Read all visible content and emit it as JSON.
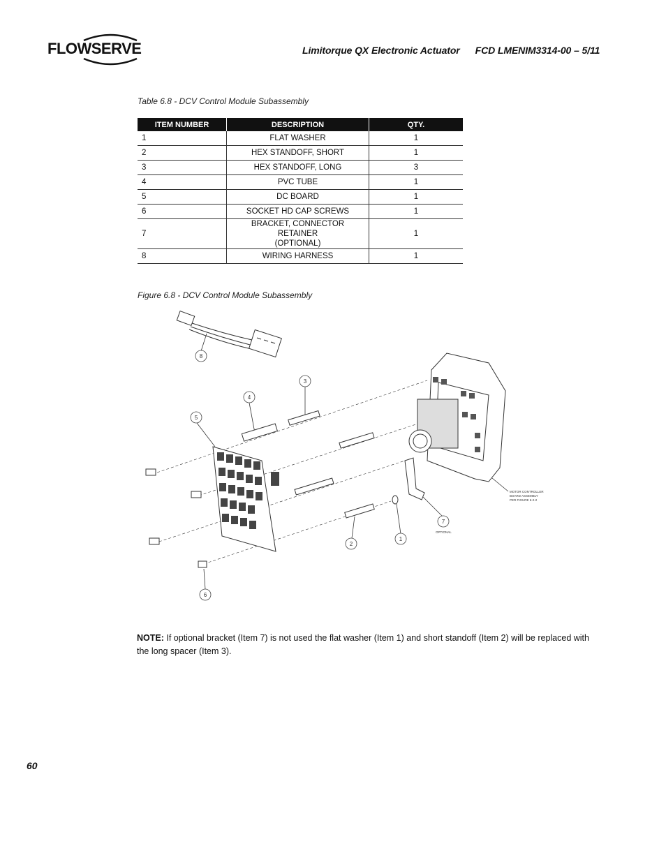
{
  "header": {
    "logo_text": "FLOWSERVE",
    "title": "Limitorque QX Electronic Actuator",
    "doc_code": "FCD LMENIM3314-00 – 5/11"
  },
  "table": {
    "caption": "Table 6.8 - DCV Control Module Subassembly",
    "columns": [
      "ITEM NUMBER",
      "DESCRIPTION",
      "QTY."
    ],
    "rows": [
      {
        "item": "1",
        "description": "FLAT WASHER",
        "qty": "1"
      },
      {
        "item": "2",
        "description": "HEX STANDOFF, SHORT",
        "qty": "1"
      },
      {
        "item": "3",
        "description": "HEX STANDOFF, LONG",
        "qty": "3"
      },
      {
        "item": "4",
        "description": "PVC TUBE",
        "qty": "1"
      },
      {
        "item": "5",
        "description": "DC BOARD",
        "qty": "1"
      },
      {
        "item": "6",
        "description": "SOCKET HD CAP SCREWS",
        "qty": "1"
      },
      {
        "item": "7",
        "description": "BRACKET, CONNECTOR RETAINER",
        "description2": "(OPTIONAL)",
        "qty": "1"
      },
      {
        "item": "8",
        "description": "WIRING HARNESS",
        "qty": "1"
      }
    ]
  },
  "figure": {
    "caption": "Figure 6.8 - DCV Control Module Subassembly",
    "callouts": [
      "8",
      "3",
      "4",
      "5",
      "7",
      "2",
      "1",
      "6"
    ],
    "annotation_lines": [
      "MOTOR CONTROLLER",
      "BOARD ASSEMBLY",
      "PER FIGURE 6-2-2"
    ],
    "optional_label": "OPTIONAL"
  },
  "note": {
    "label": "NOTE:",
    "text": "If optional bracket (Item 7) is not used the flat washer (Item 1) and short standoff (Item 2) will be replaced with the long spacer (Item 3)."
  },
  "page_number": "60"
}
